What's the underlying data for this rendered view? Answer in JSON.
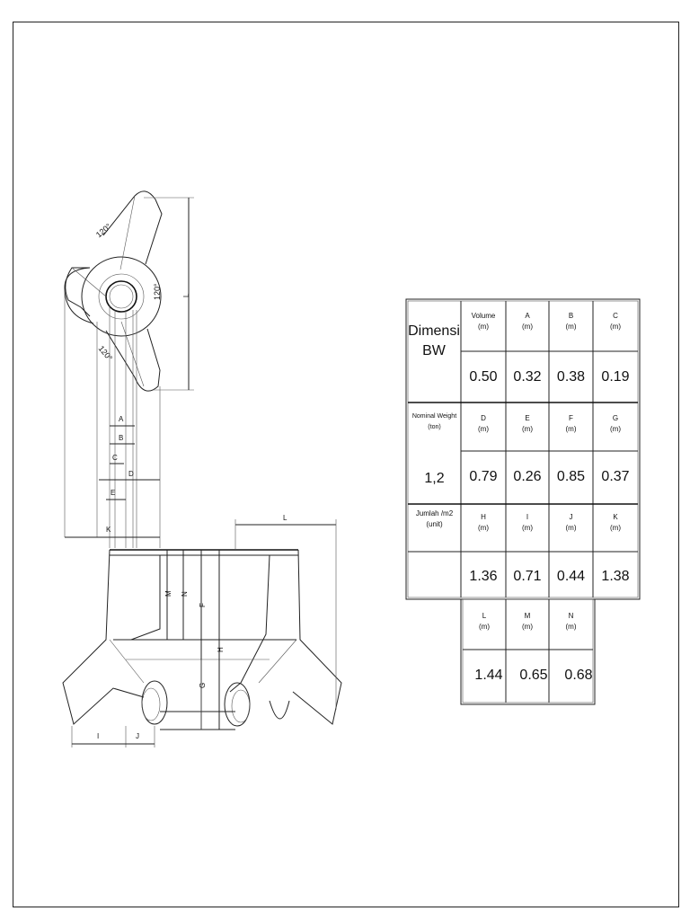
{
  "drawing": {
    "angle_labels": [
      "120°",
      "120°",
      "120°"
    ],
    "dimension_labels": {
      "A": "A",
      "B": "B",
      "C": "C",
      "D": "D",
      "E": "E",
      "F": "F",
      "G": "G",
      "H": "H",
      "I": "I",
      "J": "J",
      "K": "K",
      "L": "L",
      "M": "M",
      "N": "N"
    }
  },
  "table": {
    "title_line1": "Dimensi",
    "title_line2": "BW",
    "nominal_weight_label": "Nominal Weight",
    "nominal_weight_unit": "(ton)",
    "nominal_weight_value": "1,2",
    "jumlah_label": "Jumlah /m2",
    "jumlah_unit": "(unit)",
    "row1": [
      {
        "label": "Volume",
        "unit": "(m)",
        "value": "0.50"
      },
      {
        "label": "A",
        "unit": "(m)",
        "value": "0.32"
      },
      {
        "label": "B",
        "unit": "(m)",
        "value": "0.38"
      },
      {
        "label": "C",
        "unit": "(m)",
        "value": "0.19"
      }
    ],
    "row2": [
      {
        "label": "D",
        "unit": "(m)",
        "value": "0.79"
      },
      {
        "label": "E",
        "unit": "(m)",
        "value": "0.26"
      },
      {
        "label": "F",
        "unit": "(m)",
        "value": "0.85"
      },
      {
        "label": "G",
        "unit": "(m)",
        "value": "0.37"
      }
    ],
    "row3": [
      {
        "label": "H",
        "unit": "(m)",
        "value": "1.36"
      },
      {
        "label": "I",
        "unit": "(m)",
        "value": "0.71"
      },
      {
        "label": "J",
        "unit": "(m)",
        "value": "0.44"
      },
      {
        "label": "K",
        "unit": "(m)",
        "value": "1.38"
      }
    ],
    "row4": [
      {
        "label": "L",
        "unit": "(m)",
        "value": "1.44"
      },
      {
        "label": "M",
        "unit": "(m)",
        "value": "0.65"
      },
      {
        "label": "N",
        "unit": "(m)",
        "value": "0.68"
      }
    ]
  }
}
